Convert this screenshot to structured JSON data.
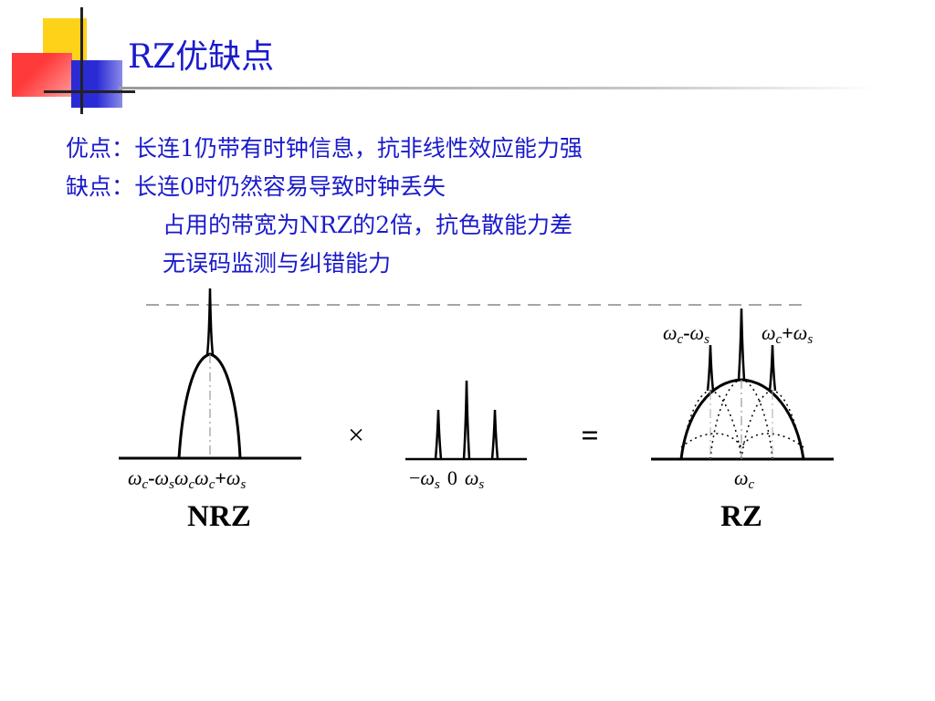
{
  "slide": {
    "title": "RZ优缺点",
    "pros_line": "优点：长连1仍带有时钟信息，抗非线性效应能力强",
    "cons_line1": "缺点：长连0时仍然容易导致时钟丢失",
    "cons_line2": "占用的带宽为NRZ的2倍，抗色散能力差",
    "cons_line3": "无误码监测与纠错能力"
  },
  "diagram": {
    "nrz_label": "NRZ",
    "rz_label": "RZ",
    "times_symbol": "×",
    "equals_symbol": "=",
    "nrz_axis": {
      "omega1": "ω",
      "sub1": "c",
      "sep1": "-",
      "omega2": "ω",
      "sub2": "s",
      "omega3": "ω",
      "sub3": "c",
      "omega4": "ω",
      "sub4": "c",
      "sep4": "+",
      "omega5": "ω",
      "sub5": "s"
    },
    "clock_axis": {
      "minus": "−",
      "omega_l": "ω",
      "sub_l": "s",
      "zero": "0",
      "omega_r": "ω",
      "sub_r": "s"
    },
    "rz_axis": {
      "omega": "ω",
      "sub": "c"
    },
    "rz_top_labels": {
      "left_omega1": "ω",
      "left_sub1": "c",
      "left_sep": "-",
      "left_omega2": "ω",
      "left_sub2": "s",
      "right_omega1": "ω",
      "right_sub1": "c",
      "right_sep": "+",
      "right_omega2": "ω",
      "right_sub2": "s"
    }
  },
  "colors": {
    "title_text": "#1a1acc",
    "body_text": "#1a1acc",
    "deco_yellow": "#ffd21a",
    "deco_red": "#ff4a4a",
    "deco_blue": "#2b2bd6"
  }
}
